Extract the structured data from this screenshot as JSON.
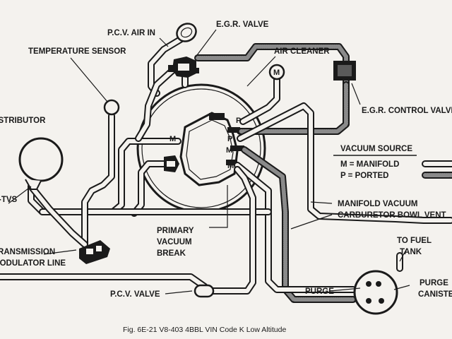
{
  "labels": {
    "pcv_air_in": "P.C.V. AIR IN",
    "egr_valve": "E.G.R. VALVE",
    "temperature_sensor": "TEMPERATURE SENSOR",
    "air_cleaner": "AIR CLEANER",
    "distributor": "DISTRIBUTOR",
    "egr_control_valve": "E.G.R. CONTROL VALVE",
    "vacuum_source_title": "VACUUM SOURCE",
    "vacuum_m": "M = MANIFOLD",
    "vacuum_p": "P = PORTED",
    "tvs": "-TVS",
    "manifold_vacuum": "MANIFOLD VACUUM",
    "carburetor_bowl_vent": "CARBURETOR BOWL VENT",
    "primary_vacuum_break_1": "PRIMARY",
    "primary_vacuum_break_2": "VACUUM",
    "primary_vacuum_break_3": "BREAK",
    "transmission_1": "TRANSMISSION",
    "transmission_2": "MODULATOR LINE",
    "to_fuel_tank_1": "TO FUEL",
    "to_fuel_tank_2": "TANK",
    "purge_canister_1": "PURGE",
    "purge_canister_2": "CANISTER",
    "pcv_valve": "P.C.V. VALVE",
    "purge": "PURGE"
  },
  "port_tags": {
    "p1": "P",
    "p2": "P",
    "m_left": "M",
    "m_mid": "M",
    "m_low": "M",
    "m_gauge": "M"
  },
  "caption": "Fig. 6E-21 V8-403 4BBL VIN Code K Low Altitude",
  "colors": {
    "ink": "#1a1a1a",
    "paper": "#f4f2ee",
    "stipple": "#8a8a8a"
  }
}
